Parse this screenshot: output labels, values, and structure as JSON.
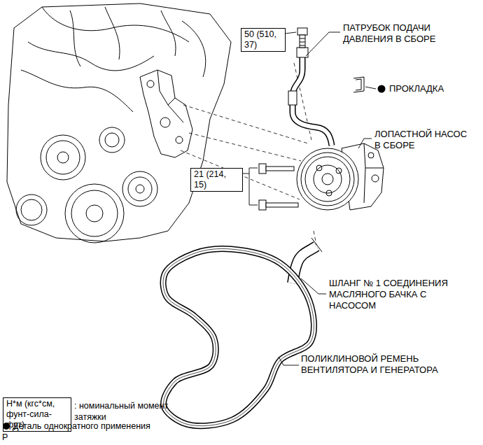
{
  "diagram": {
    "nodes": [
      {
        "text": [
          "50 (510, 37)"
        ]
      },
      {
        "text": [
          "21 (214, 15)"
        ]
      },
      {
        "text": [
          "Н*м (кгс*см, фунт-сила-фут)"
        ]
      }
    ],
    "labels": [
      "ПАТРУБОК ПОДАЧИ ДАВЛЕНИЯ В СБОРЕ",
      "ПРОКЛАДКА",
      "ЛОПАСТНОЙ НАСОС В СБОРЕ",
      "ШЛАНГ № 1 СОЕДИНЕНИЯ МАСЛЯНОГО БАЧКА С НАСОСОМ",
      "ПОЛИКЛИНОВОЙ РЕМЕНЬ ВЕНТИЛЯТОРА И ГЕНЕРАТОРА",
      ": номинальный момент затяжки",
      "P"
    ],
    "legend": [
      {
        "text": "Деталь однократного применения"
      }
    ]
  }
}
